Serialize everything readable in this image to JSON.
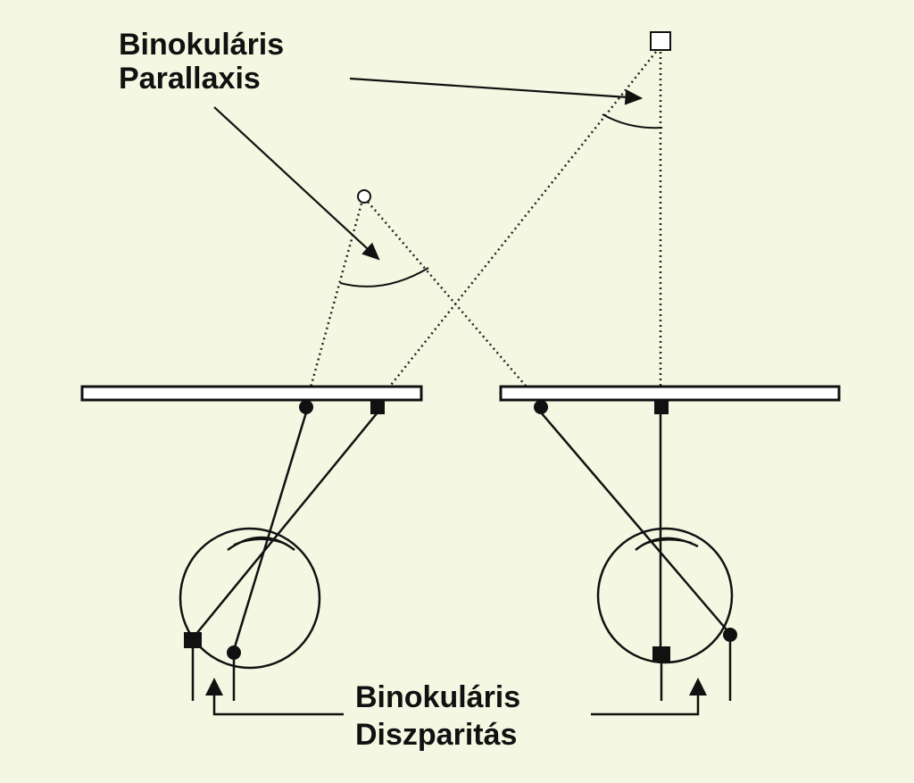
{
  "labels": {
    "parallax_line1": "Binokuláris",
    "parallax_line2": "Parallaxis",
    "disparity_line1": "Binokuláris",
    "disparity_line2": "Diszparitás"
  },
  "colors": {
    "background": "#f4f7e1",
    "ink": "#111111"
  }
}
